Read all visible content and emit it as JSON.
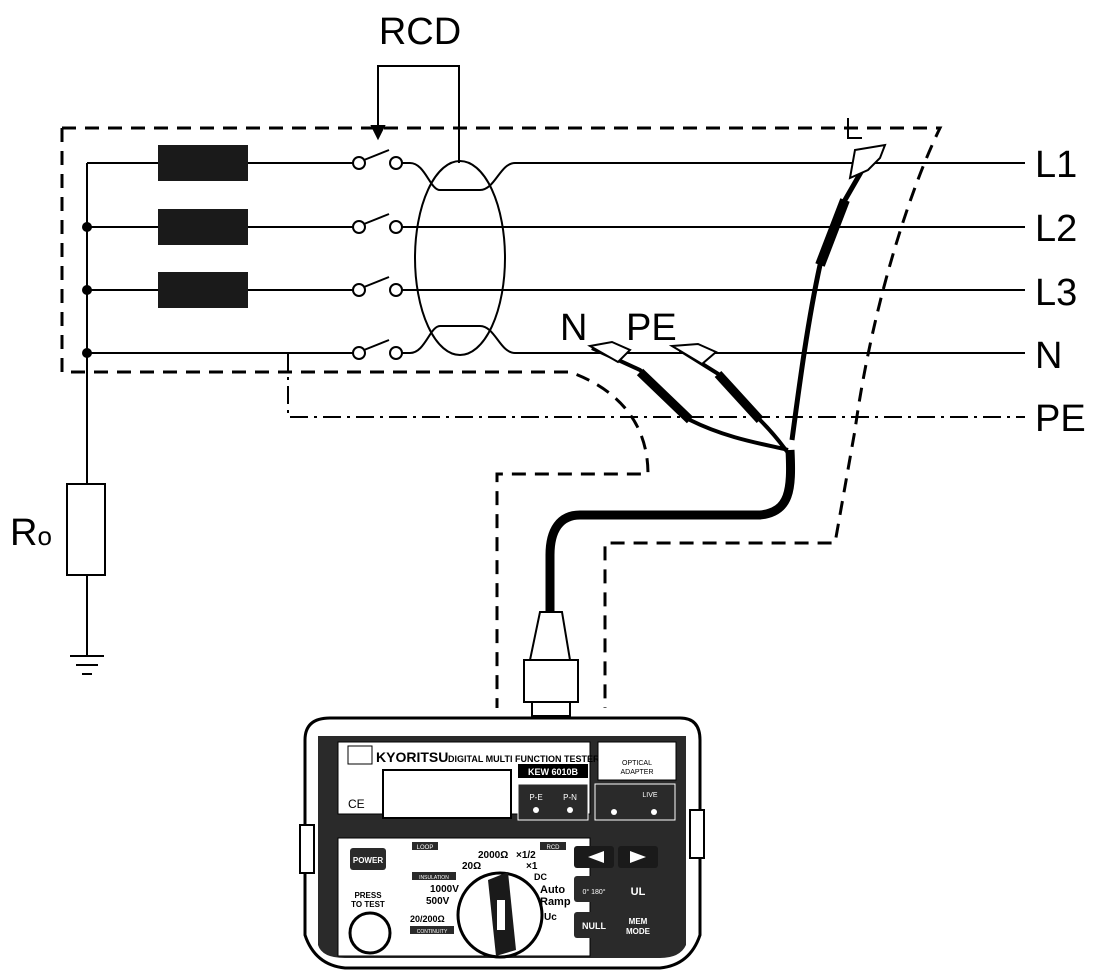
{
  "labels": {
    "rcd": "RCD",
    "ro_main": "R",
    "ro_sub": "o",
    "l1": "L1",
    "l2": "L2",
    "l3": "L3",
    "n_right": "N",
    "pe_right": "PE",
    "probe_n": "N",
    "probe_pe": "PE"
  },
  "tester": {
    "brand": "KYORITSU",
    "title": "DIGITAL MULTI FUNCTION TESTER",
    "model": "KEW 6010B",
    "optical": "OPTICAL",
    "adapter": "ADAPTER",
    "ce": "CE",
    "pe_btn": "P-E",
    "pn_btn": "P-N",
    "live": "LIVE",
    "power": "POWER",
    "press_to_test": "PRESS",
    "press_to_test2": "TO TEST",
    "range_2000": "2000Ω",
    "range_20": "20Ω",
    "range_x12": "×1/2",
    "range_x1": "×1",
    "insulation": "INSULATION",
    "v1000": "1000V",
    "v500": "500V",
    "r20": "20/200Ω",
    "continuity": "CONTINUITY",
    "dc": "DC",
    "auto": "Auto",
    "ramp": "Ramp",
    "uc": "Uc",
    "loop": "LOOP",
    "rcd_tag": "RCD",
    "ul": "UL",
    "null": "NULL",
    "mem": "MEM",
    "mode": "MODE",
    "deg": "0° 180°"
  }
}
